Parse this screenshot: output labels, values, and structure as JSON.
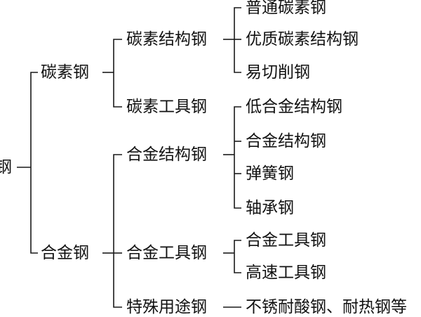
{
  "tree": {
    "root": {
      "label": "钢"
    },
    "carbon": {
      "label": "碳素钢",
      "structural": {
        "label": "碳素结构钢",
        "children": [
          "普通碳素钢",
          "优质碳素结构钢",
          "易切削钢"
        ]
      },
      "tool": {
        "label": "碳素工具钢"
      }
    },
    "alloy": {
      "label": "合金钢",
      "structural": {
        "label": "合金结构钢",
        "children": [
          "低合金结构钢",
          "合金结构钢",
          "弹簧钢",
          "轴承钢"
        ]
      },
      "tool": {
        "label": "合金工具钢",
        "children": [
          "合金工具钢",
          "高速工具钢"
        ]
      },
      "special": {
        "label": "特殊用途钢",
        "children": [
          "不锈耐酸钢、耐热钢等"
        ]
      }
    }
  }
}
